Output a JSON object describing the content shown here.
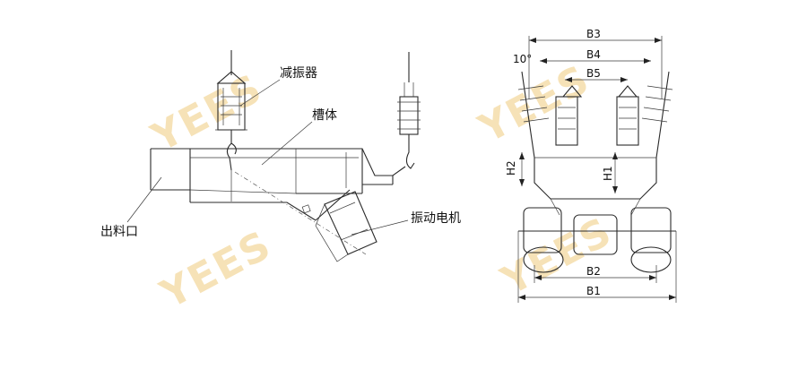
{
  "labels": {
    "damper": "减振器",
    "trough": "槽体",
    "outlet": "出料口",
    "motor": "振动电机"
  },
  "dimensions": {
    "b3": "B3",
    "b4": "B4",
    "b5": "B5",
    "angle": "10°",
    "h1": "H1",
    "h2": "H2",
    "b2": "B2",
    "b1": "B1"
  },
  "watermark": "YEES",
  "colors": {
    "watermark": "#f3d9a0",
    "line": "#2a2a2a"
  }
}
